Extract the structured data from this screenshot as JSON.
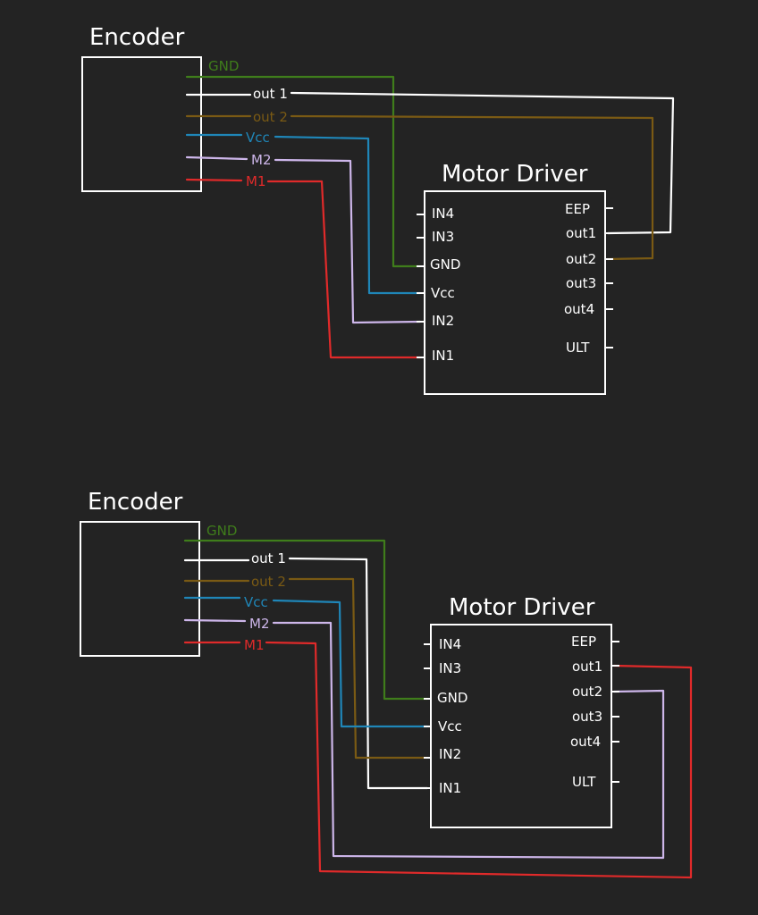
{
  "colors": {
    "background": "#232323",
    "white": "#ffffff",
    "gnd": "#3f7d1b",
    "out2": "#7a5a14",
    "vcc": "#1f86b8",
    "m2": "#cdb6ea",
    "m1": "#e02a2a"
  },
  "diagram_top": {
    "encoder": {
      "title": "Encoder",
      "pins": {
        "gnd": "GND",
        "out1": "out 1",
        "out2": "out 2",
        "vcc": "Vcc",
        "m2": "M2",
        "m1": "M1"
      }
    },
    "driver": {
      "title": "Motor Driver",
      "left_pins": [
        "IN4",
        "IN3",
        "GND",
        "Vcc",
        "IN2",
        "IN1"
      ],
      "right_pins": [
        "EEP",
        "out1",
        "out2",
        "out3",
        "out4",
        "ULT"
      ]
    }
  },
  "diagram_bottom": {
    "encoder": {
      "title": "Encoder",
      "pins": {
        "gnd": "GND",
        "out1": "out 1",
        "out2": "out 2",
        "vcc": "Vcc",
        "m2": "M2",
        "m1": "M1"
      }
    },
    "driver": {
      "title": "Motor Driver",
      "left_pins": [
        "IN4",
        "IN3",
        "GND",
        "Vcc",
        "IN2",
        "IN1"
      ],
      "right_pins": [
        "EEP",
        "out1",
        "out2",
        "out3",
        "out4",
        "ULT"
      ]
    }
  }
}
